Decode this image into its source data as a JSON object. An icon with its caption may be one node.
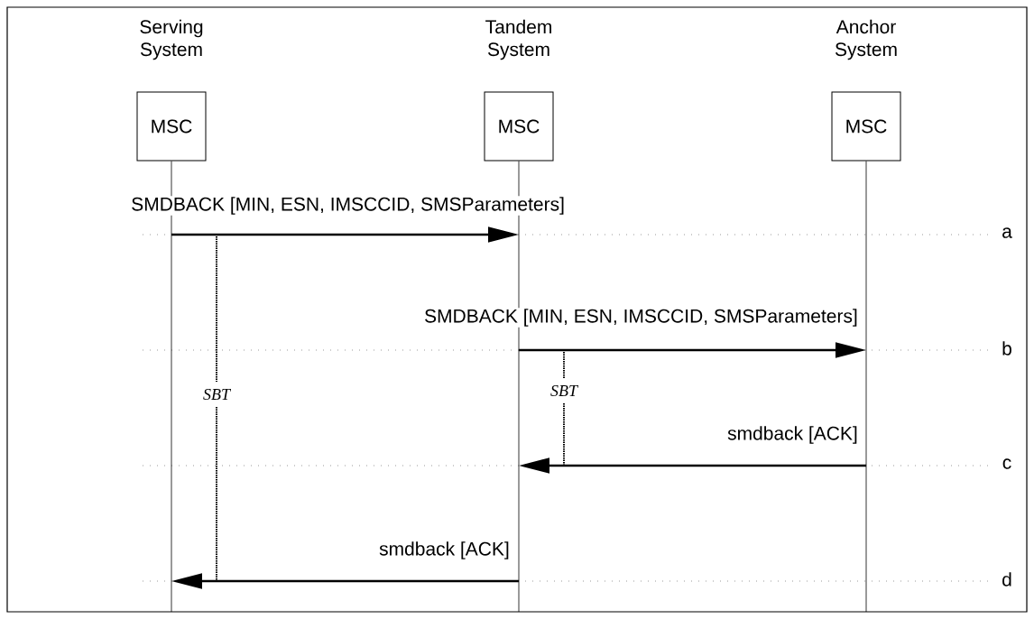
{
  "diagram": {
    "nodes": [
      {
        "text": [
          "Serving System",
          "MSC"
        ]
      },
      {
        "text": [
          "Tandem System",
          "MSC"
        ]
      },
      {
        "text": [
          "Anchor System",
          "MSC"
        ]
      }
    ],
    "edges": [
      {
        "from": 0,
        "to": 1,
        "arrow": "to",
        "label": "SMDBACK [MIN, ESN, IMSCCID, SMSParameters]"
      },
      {
        "from": 1,
        "to": 2,
        "arrow": "to",
        "label": "SMDBACK [MIN, ESN, IMSCCID, SMSParameters]"
      },
      {
        "from": 2,
        "to": 1,
        "arrow": "to",
        "label": "smdback [ACK]"
      },
      {
        "from": 1,
        "to": 0,
        "arrow": "to",
        "label": "smdback [ACK]"
      }
    ],
    "labels": [
      "a",
      "b",
      "c",
      "d",
      "SBT",
      "SBT"
    ]
  }
}
